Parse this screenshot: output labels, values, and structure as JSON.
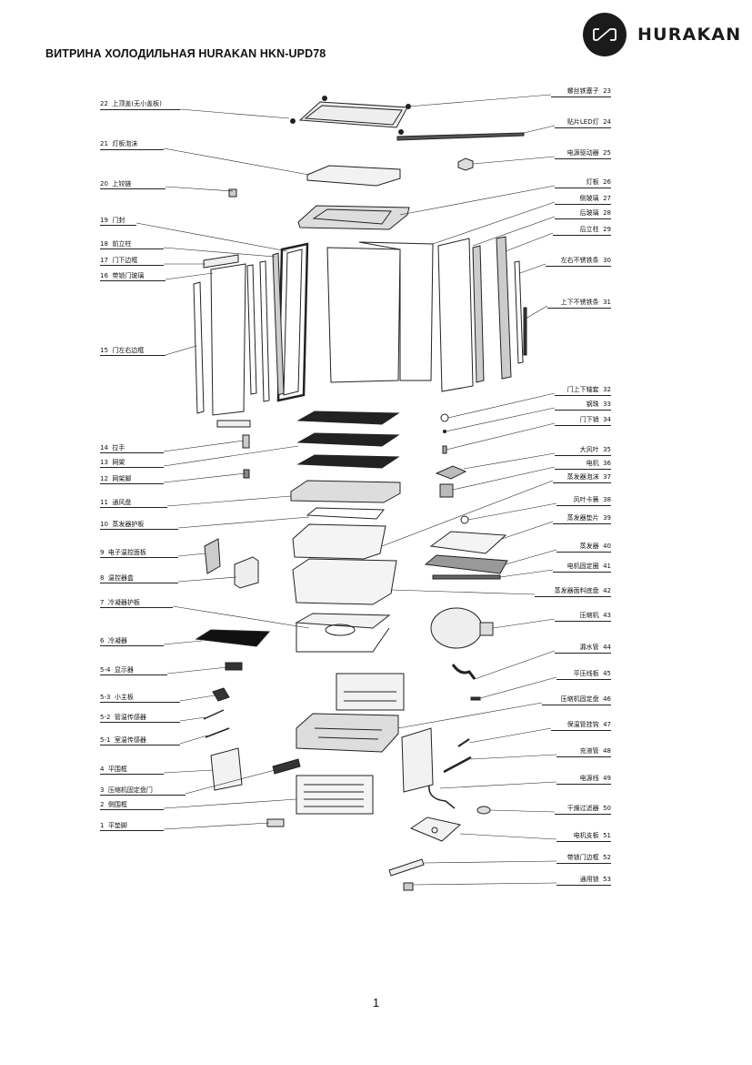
{
  "document": {
    "title": "ВИТРИНА ХОЛОДИЛЬНАЯ HURAKAN HKN-UPD78",
    "page_number": "1"
  },
  "brand": {
    "name": "HURAKAN",
    "logo_icon": "hurakan-logo-icon",
    "color": "#1b1b1b"
  },
  "left_labels": [
    {
      "num": "22",
      "text": "上顶盖(无小盖板)"
    },
    {
      "num": "21",
      "text": "灯板泡沫"
    },
    {
      "num": "20",
      "text": "上铰链"
    },
    {
      "num": "19",
      "text": "门封"
    },
    {
      "num": "18",
      "text": "前立柱"
    },
    {
      "num": "17",
      "text": "门下边框"
    },
    {
      "num": "16",
      "text": "带锁门玻璃"
    },
    {
      "num": "15",
      "text": "门左右边框"
    },
    {
      "num": "14",
      "text": "拉手"
    },
    {
      "num": "13",
      "text": "网架"
    },
    {
      "num": "12",
      "text": "网架脚"
    },
    {
      "num": "11",
      "text": "通风盘"
    },
    {
      "num": "10",
      "text": "蒸发器护板"
    },
    {
      "num": "9",
      "text": "电子温控面板"
    },
    {
      "num": "8",
      "text": "温控器盒"
    },
    {
      "num": "7",
      "text": "冷凝器护板"
    },
    {
      "num": "6",
      "text": "冷凝器"
    },
    {
      "num": "5-4",
      "text": "显示器"
    },
    {
      "num": "5-3",
      "text": "小主板"
    },
    {
      "num": "5-2",
      "text": "管温传感器"
    },
    {
      "num": "5-1",
      "text": "室温传感器"
    },
    {
      "num": "4",
      "text": "平围框"
    },
    {
      "num": "3",
      "text": "压缩机固定盘门"
    },
    {
      "num": "2",
      "text": "侧围框"
    },
    {
      "num": "1",
      "text": "平垫脚"
    }
  ],
  "right_labels": [
    {
      "num": "23",
      "text": "螺丝铁塞子"
    },
    {
      "num": "24",
      "text": "贴片LED灯"
    },
    {
      "num": "25",
      "text": "电源驱动器"
    },
    {
      "num": "26",
      "text": "灯板"
    },
    {
      "num": "27",
      "text": "侧玻璃"
    },
    {
      "num": "28",
      "text": "后玻璃"
    },
    {
      "num": "29",
      "text": "后立柱"
    },
    {
      "num": "30",
      "text": "左右不锈铁条"
    },
    {
      "num": "31",
      "text": "上下不锈铁条"
    },
    {
      "num": "32",
      "text": "门上下轴套"
    },
    {
      "num": "33",
      "text": "钢珠"
    },
    {
      "num": "34",
      "text": "门下销"
    },
    {
      "num": "35",
      "text": "大风叶"
    },
    {
      "num": "36",
      "text": "电机"
    },
    {
      "num": "37",
      "text": "蒸发器泡沫"
    },
    {
      "num": "38",
      "text": "风叶卡簧"
    },
    {
      "num": "39",
      "text": "蒸发器垫片"
    },
    {
      "num": "40",
      "text": "蒸发器"
    },
    {
      "num": "41",
      "text": "电机固定圈"
    },
    {
      "num": "42",
      "text": "蒸发器面料底盘"
    },
    {
      "num": "43",
      "text": "压缩机"
    },
    {
      "num": "44",
      "text": "漏水管"
    },
    {
      "num": "45",
      "text": "平压线板"
    },
    {
      "num": "46",
      "text": "压缩机固定盘"
    },
    {
      "num": "47",
      "text": "保温管挂钩"
    },
    {
      "num": "48",
      "text": "充液管"
    },
    {
      "num": "49",
      "text": "电源线"
    },
    {
      "num": "50",
      "text": "干燥过滤器"
    },
    {
      "num": "51",
      "text": "电机支板"
    },
    {
      "num": "52",
      "text": "带锁门边框"
    },
    {
      "num": "53",
      "text": "通用锁"
    }
  ]
}
